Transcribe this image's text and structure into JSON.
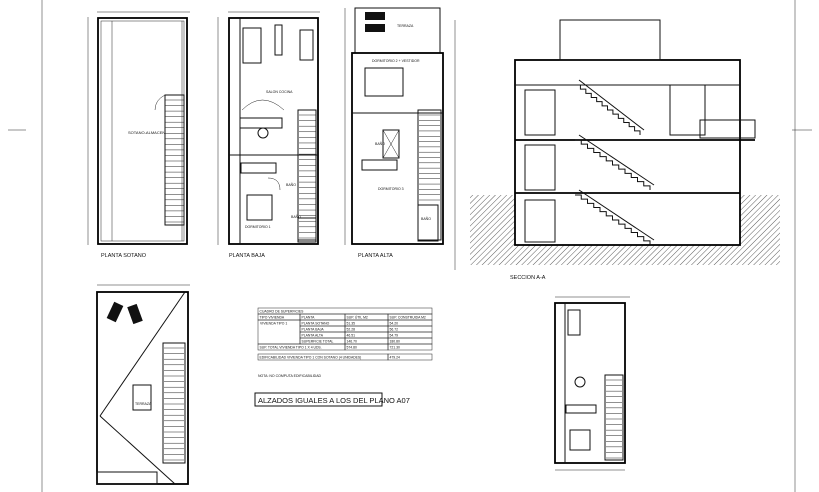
{
  "drawings": {
    "sotano": {
      "title": "PLANTA SOTANO",
      "room": "SOTANO-ALMACEN"
    },
    "baja": {
      "title": "PLANTA BAJA",
      "rooms": [
        "SALON COCINA",
        "DORMITORIO 1",
        "BAÑO",
        "BAÑO"
      ]
    },
    "alta": {
      "title": "PLANTA ALTA",
      "rooms": [
        "TERRAZA",
        "DORMITORIO 2 + VESTIDOR",
        "BAÑO",
        "DORMITORIO 3",
        "BAÑO"
      ]
    },
    "seccion": {
      "title": "SECCION A-A"
    },
    "cubierta": {
      "room": "TERRAZA"
    }
  },
  "table": {
    "title": "CUADRO DE SUPERFICIES",
    "headers": [
      "TIPO VIVIENDA",
      "PLANTA",
      "SUP. ÚTIL M2",
      "SUP. CONSTRUIDA M2"
    ],
    "group": "VIVIENDA TIPO 1",
    "rows": [
      [
        "PLANTA SOTANO",
        "51.35",
        "54.20"
      ],
      [
        "PLANTA BAJA",
        "52.28",
        "56.72"
      ],
      [
        "PLANTA ALTA",
        "46.51",
        "54.79"
      ],
      [
        "SUPERFICIE TOTAL",
        "146.70",
        "180.80"
      ]
    ],
    "total_row": [
      "SUP. TOTAL VIVIENDA TIPO 1 X 4 UDS.",
      "574.80",
      "721.30"
    ],
    "edificabilidad": [
      "EDIFICABILIDAD VIVIENDA TIPO 1 CON SOTANO (4 UNIDADES)",
      "479.24"
    ],
    "note": "NOTA: NO COMPUTA EDIFICABILIDAD"
  },
  "alzados_note": "ALZADOS IGUALES A LOS DEL PLANO A07"
}
